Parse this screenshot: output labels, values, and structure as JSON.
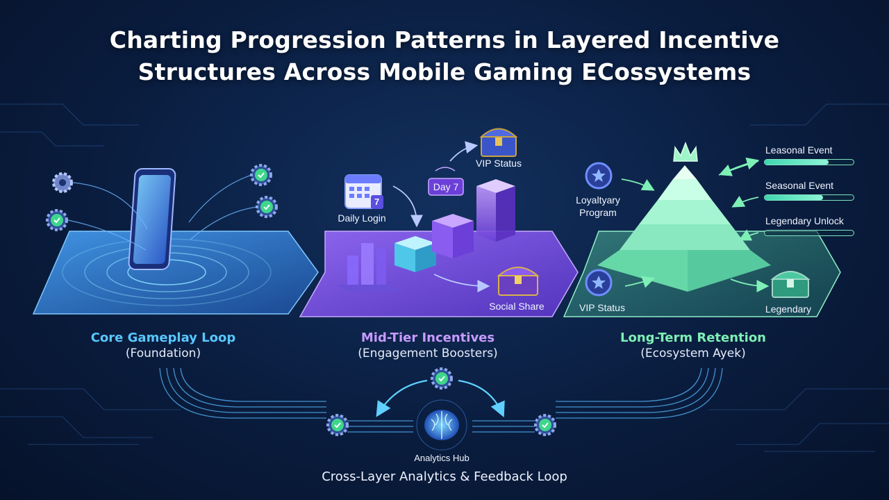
{
  "title": {
    "line1": "Charting Progression Patterns in Layered Incentive",
    "line2": "Structures Across Mobile Gaming ECossystems"
  },
  "layers": [
    {
      "title": "Core Gameplay Loop",
      "subtitle": "(Foundation)",
      "color": "#58c7ff"
    },
    {
      "title": "Mid-Tier Incentives",
      "subtitle": "(Engagement Boosters)",
      "color": "#c79bff"
    },
    {
      "title": "Long-Term Retention",
      "subtitle": "(Ecosystem Ayek)",
      "color": "#7ef0b6"
    }
  ],
  "mid_tier": {
    "daily_login": "Daily Login",
    "calendar_day": "7",
    "day_badge": "Day 7",
    "vip_status": "VIP Status",
    "social_share": "Social Share"
  },
  "retention": {
    "loyalty_line1": "Loyaltyary",
    "loyalty_line2": "Program",
    "vip_status": "VIP Status",
    "legendary": "Legendary",
    "events": [
      {
        "label": "Leasonal Event",
        "progress": 0.72
      },
      {
        "label": "Seasonal Event",
        "progress": 0.66
      },
      {
        "label": "Legendary Unlock",
        "progress": 0.0
      }
    ]
  },
  "analytics": {
    "hub_label": "Analytics Hub",
    "loop_title": "Cross-Layer Analytics & Feedback Loop"
  },
  "icons": [
    "gear-icon",
    "check-gear-icon",
    "smartphone-icon",
    "calendar-icon",
    "treasure-chest-icon",
    "star-badge-icon",
    "crown-icon",
    "brain-icon"
  ],
  "colors": {
    "background": "#0a1d3f",
    "core": "#3b8fe0",
    "mid": "#8a5cf0",
    "retention": "#5fe0a8",
    "check": "#3fd68c"
  }
}
